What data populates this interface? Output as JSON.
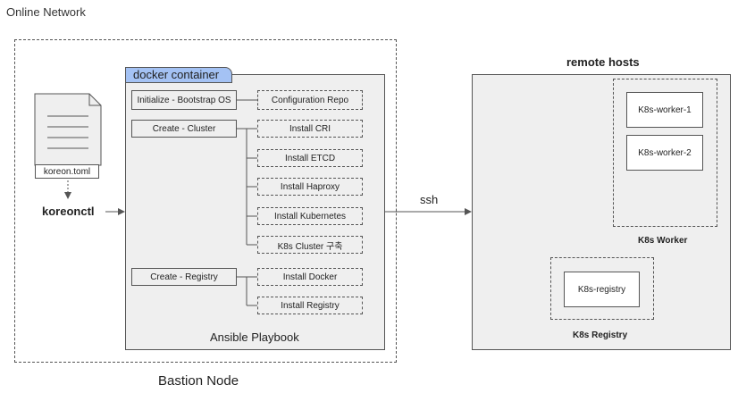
{
  "network": {
    "label": "Online Network"
  },
  "bastion": {
    "label": "Bastion Node",
    "file_label": "koreon.toml",
    "cli_label": "koreonctl"
  },
  "docker": {
    "tab_label": "docker container",
    "playbook_label": "Ansible Playbook",
    "groups": [
      {
        "label": "Initialize - Bootstrap OS",
        "tasks": [
          "Configuration Repo"
        ]
      },
      {
        "label": "Create - Cluster",
        "tasks": [
          "Install CRI",
          "Install ETCD",
          "Install Haproxy",
          "Install Kubernetes",
          "K8s Cluster 구축"
        ]
      },
      {
        "label": "Create - Registry",
        "tasks": [
          "Install Docker",
          "Install Registry"
        ]
      }
    ]
  },
  "connection": {
    "label": "ssh"
  },
  "remote": {
    "label": "remote hosts",
    "worker_group_label": "K8s Worker",
    "workers": [
      "K8s-worker-1",
      "K8s-worker-2"
    ],
    "registry_group_label": "K8s Registry",
    "registry_node": "K8s-registry"
  }
}
